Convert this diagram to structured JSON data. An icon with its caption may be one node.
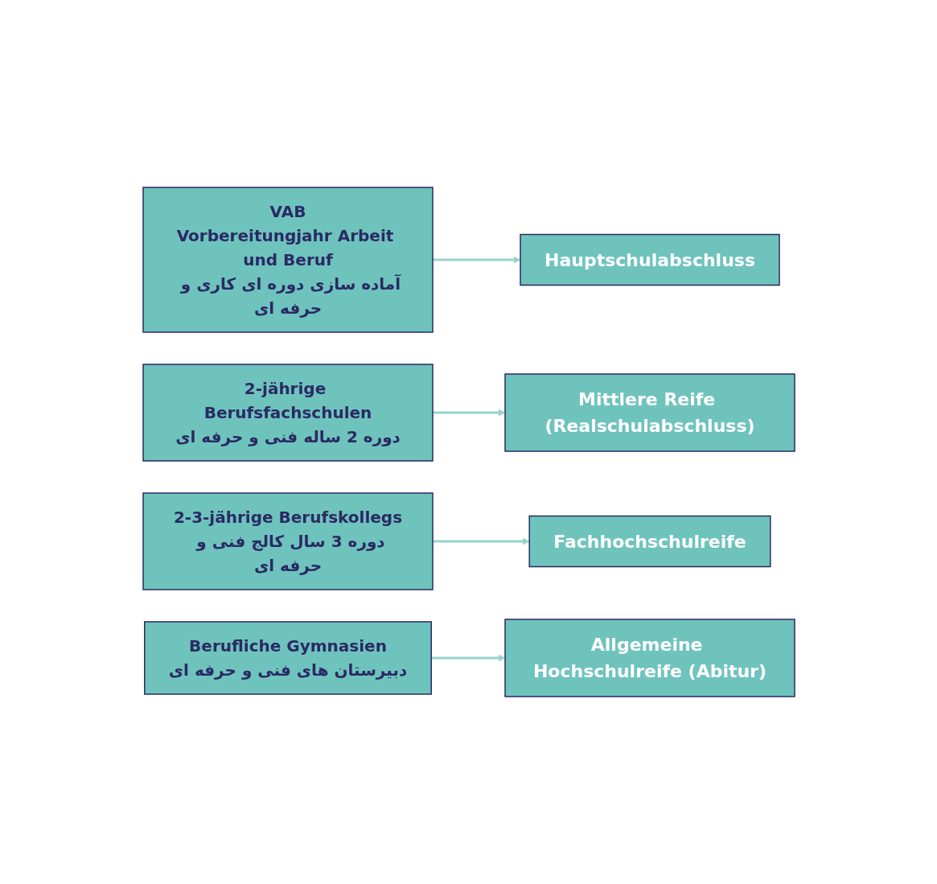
{
  "diagram": {
    "nodes": [
      {
        "text": [
          "VAB",
          "Vorbereitungjahr Arbeit und Beruf",
          "آماده سازی دوره ای کاری و حرفه ای"
        ]
      },
      {
        "text": [
          "Hauptschulabschluss"
        ]
      },
      {
        "text": [
          "2-jährige Berufsfachschulen",
          "دوره 2 ساله فنی و حرفه ای"
        ]
      },
      {
        "text": [
          "Mittlere Reife (Realschulabschluss)"
        ]
      },
      {
        "text": [
          "2-3-jährige Berufskollegs",
          "دوره 3 سال کالج فنی و حرفه ای"
        ]
      },
      {
        "text": [
          "Fachhochschulreife"
        ]
      },
      {
        "text": [
          "Berufliche Gymnasien",
          "دبیرستان های فنی و حرفه ای"
        ]
      },
      {
        "text": [
          "Allgemeine Hochschulreife (Abitur)"
        ]
      }
    ],
    "edges": [
      {
        "from": 0,
        "to": 1,
        "arrow": "to"
      },
      {
        "from": 2,
        "to": 3,
        "arrow": "to"
      },
      {
        "from": 4,
        "to": 5,
        "arrow": "to"
      },
      {
        "from": 6,
        "to": 7,
        "arrow": "to"
      }
    ]
  }
}
